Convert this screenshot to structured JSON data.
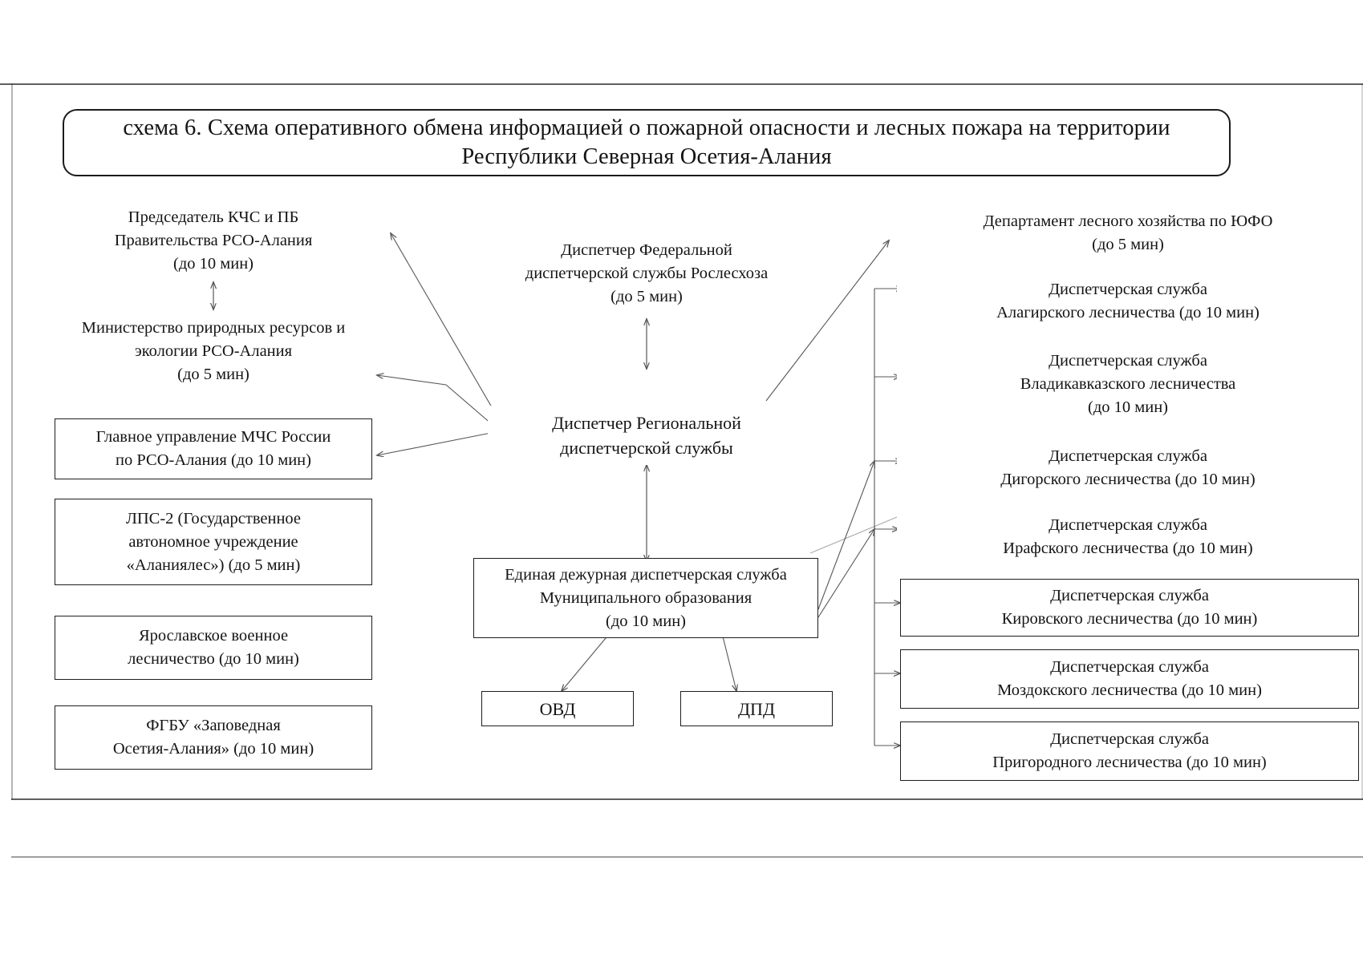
{
  "document": {
    "title": "схема 6. Схема оперативного обмена информацией о пожарной опасности и лесных пожара на территории Республики Северная Осетия-Алания"
  },
  "left_column": [
    {
      "id": "chairman-kchs",
      "label": "Председатель КЧС и ПБ\nПравительства РСО-Алания\n(до 10 мин)",
      "bordered": false
    },
    {
      "id": "ministry-nature",
      "label": "Министерство природных ресурсов и\nэкологии РСО-Алания\n(до 5 мин)",
      "bordered": false
    },
    {
      "id": "mchs-main-directorate",
      "label": "Главное управление МЧС России\nпо РСО-Алания (до 10 мин)",
      "bordered": true
    },
    {
      "id": "lps-2-alaniyales",
      "label": "ЛПС-2 (Государственное\nавтономное учреждение\n«Аланиялес») (до 5 мин)",
      "bordered": true
    },
    {
      "id": "yaroslavskoe-military-forestry",
      "label": "Ярославское военное\nлесничество (до 10 мин)",
      "bordered": true
    },
    {
      "id": "fgbu-zapovednaya",
      "label": "ФГБУ «Заповедная\nОсетия-Алания» (до 10 мин)",
      "bordered": true
    }
  ],
  "center_column": [
    {
      "id": "federal-dispatcher",
      "label": "Диспетчер Федеральной\nдиспетчерской службы Рослесхоза\n(до 5 мин)",
      "bordered": false
    },
    {
      "id": "regional-dispatcher",
      "label": "Диспетчер  Региональной\nдиспетчерской  службы",
      "bordered": false
    },
    {
      "id": "edds-municipal",
      "label": "Единая дежурная диспетчерская служба\nМуниципального образования\n(до 10 мин)",
      "bordered": true
    }
  ],
  "bottom_boxes": [
    {
      "id": "ovd",
      "label": "ОВД"
    },
    {
      "id": "dpd",
      "label": "ДПД"
    }
  ],
  "right_column": [
    {
      "id": "dept-forestry-ufo",
      "label": "Департамент лесного хозяйства по ЮФО\n(до 5 мин)",
      "bordered": false
    },
    {
      "id": "alagirskoe-forestry",
      "label": "Диспетчерская служба\nАлагирского лесничества (до 10 мин)",
      "bordered": false
    },
    {
      "id": "vladikavkazskoe-forestry",
      "label": "Диспетчерская служба\nВладикавказского лесничества\n(до 10 мин)",
      "bordered": false
    },
    {
      "id": "digorskoe-forestry",
      "label": "Диспетчерская служба\nДигорского лесничества (до 10 мин)",
      "bordered": false
    },
    {
      "id": "irafskoe-forestry",
      "label": "Диспетчерская служба\nИрафского лесничества (до 10 мин)",
      "bordered": false
    },
    {
      "id": "kirovskoe-forestry",
      "label": "Диспетчерская служба\nКировского лесничества (до 10 мин)",
      "bordered": true
    },
    {
      "id": "mozdokskoe-forestry",
      "label": "Диспетчерская служба\nМоздокского лесничества (до 10 мин)",
      "bordered": true
    },
    {
      "id": "prigorodnoe-forestry",
      "label": "Диспетчерская служба\nПригородного лесничества (до 10 мин)",
      "bordered": true
    }
  ],
  "colors": {
    "ink": "#1b1b1b",
    "paper": "#ffffff",
    "connector": "#3a3a3a"
  }
}
